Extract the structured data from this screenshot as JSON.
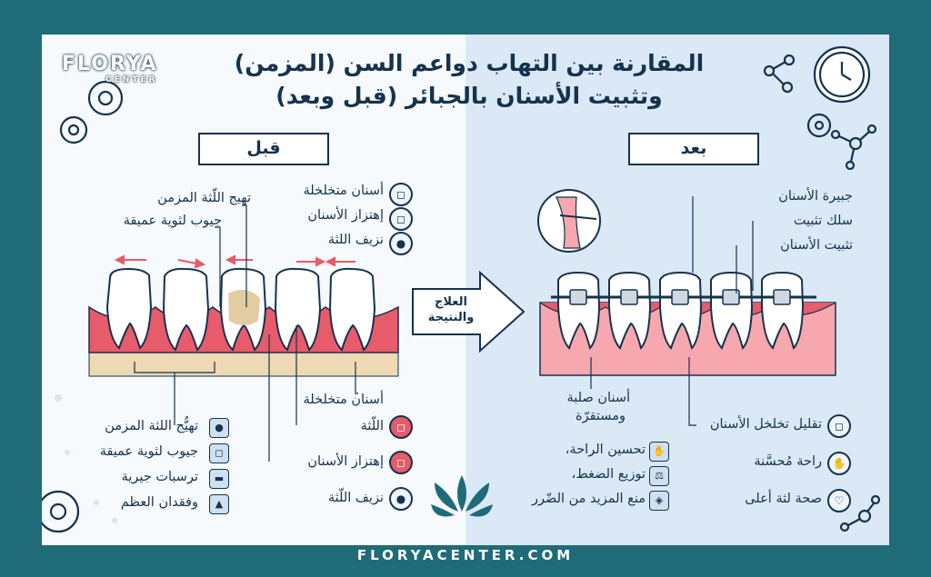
{
  "brand": {
    "name": "FLORYA",
    "sub": "CENTER",
    "footer": "FLORYACENTER.COM"
  },
  "title": {
    "line1": "المقارنة بين التهاب دواعم السن (المزمن)",
    "line2": "وتثبيت الأسنان بالجبائر (قبل وبعد)"
  },
  "before": {
    "banner": "قبل",
    "top_labels": [
      "تهيج اللّثة المزمن",
      "جيوب لثوية عميقة"
    ],
    "top_symptoms": [
      "أسنان متخلخلة",
      "إهتزاز الأسنان",
      "نزيف اللثة"
    ],
    "bottom_left": [
      "تهيُّج اللثة المزمن",
      "جيوب لثوية عميقة",
      "ترسبات جيرية",
      "وفقدان العظم"
    ],
    "bottom_right": [
      "أسنان متخلخلة",
      "اللّثة",
      "إهتزاز الأسنان",
      "نزيف اللّثة"
    ]
  },
  "arrow": {
    "line1": "العلاج",
    "line2": "والنتيجة"
  },
  "after": {
    "banner": "بعد",
    "top_labels": [
      "جبيرة الأسنان",
      "سلك تثبيت",
      "تثبيت الأسنان"
    ],
    "stable_label": [
      "أسنان صلبة",
      "ومستقرّة"
    ],
    "benefits_left": [
      "تحسين الراحة،",
      "توزيع الضغط،",
      "منع المزيد من الضّرر"
    ],
    "benefits_right": [
      "تقليل تخلخل الأسنان",
      "راحة مُحسَّنة",
      "صحة لثة أعلى"
    ]
  },
  "colors": {
    "frame": "#1f6b78",
    "navy": "#16324f",
    "gum": "#e75b6a",
    "gum_light": "#f7a7ae",
    "bone": "#efd9b4",
    "after_bg": "#dbe9f6"
  }
}
